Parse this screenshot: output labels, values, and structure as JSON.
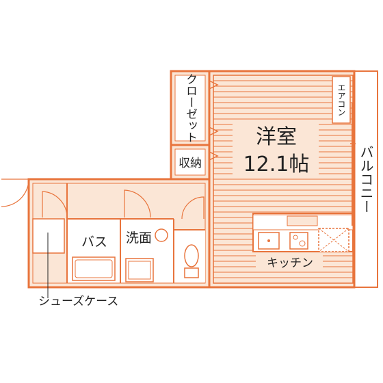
{
  "rooms": {
    "western_room_name": "洋室",
    "western_room_size": "12.1帖",
    "closet": "クローゼット",
    "storage": "収納",
    "aircon": "エアコン",
    "balcony": "バルコニー",
    "kitchen": "キッチン",
    "bath": "バス",
    "washroom": "洗面",
    "shoe_case": "シューズケース"
  },
  "colors": {
    "wall": "#e8743c",
    "fill": "#fbe6d6",
    "text": "#222222"
  }
}
